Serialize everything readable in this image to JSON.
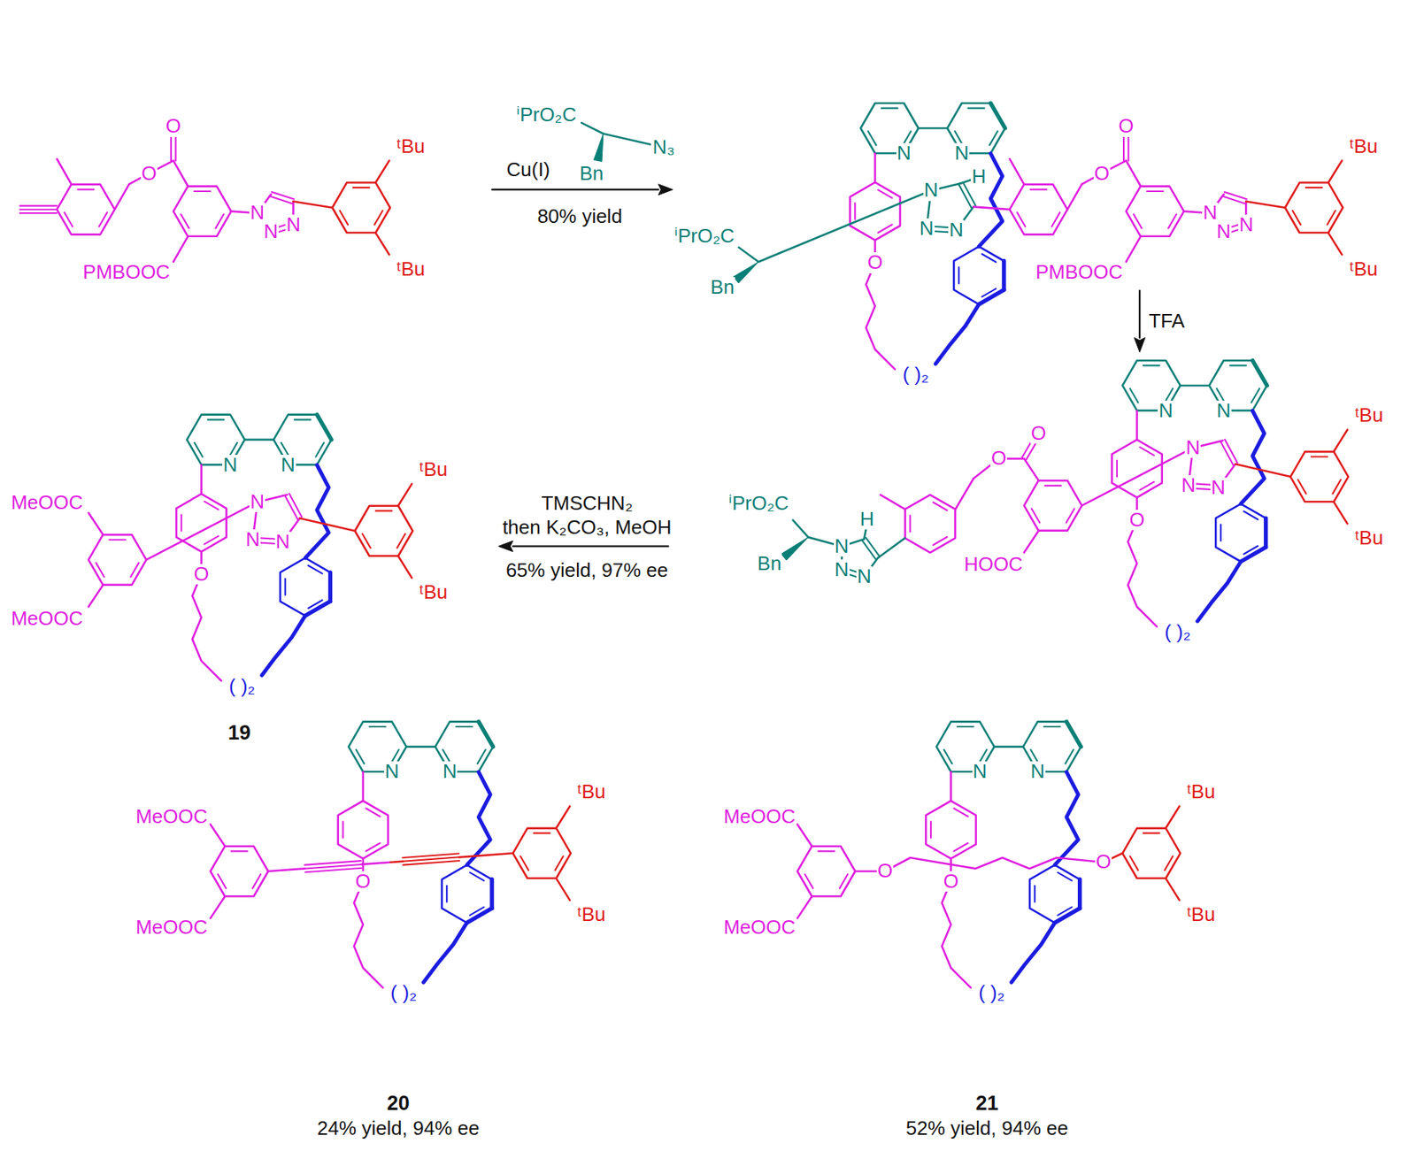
{
  "diagram": {
    "labels": [
      "O",
      "O",
      "PMBOOC",
      "N",
      "N",
      "N",
      "ᵗBu",
      "ᵗBu",
      "ⁱPrO₂C",
      "N₃",
      "Cu(I)",
      "Bn",
      "80% yield",
      "ⁱPrO₂C",
      "Bn",
      "N",
      "N",
      "H",
      "N",
      "N",
      "N",
      "O",
      "( )₂",
      "O",
      "O",
      "PMBOOC",
      "N",
      "N",
      "N",
      "ᵗBu",
      "ᵗBu",
      "TFA",
      "ⁱPrO₂C",
      "Bn",
      "H",
      "N",
      "N",
      "N",
      "O",
      "O",
      "HOOC",
      "N",
      "N",
      "N",
      "N",
      "N",
      "O",
      "ᵗBu",
      "ᵗBu",
      "( )₂",
      "TMSCHN₂",
      "then K₂CO₃, MeOH",
      "65% yield, 97% ee",
      "MeOOC",
      "MeOOC",
      "N",
      "N",
      "N",
      "N",
      "N",
      "O",
      "ᵗBu",
      "ᵗBu",
      "( )₂",
      "19",
      "MeOOC",
      "MeOOC",
      "N",
      "N",
      "O",
      "ᵗBu",
      "ᵗBu",
      "( )₂",
      "20",
      "24% yield, 94% ee",
      "MeOOC",
      "MeOOC",
      "N",
      "N",
      "O",
      "O",
      "O",
      "ᵗBu",
      "ᵗBu",
      "( )₂",
      "21",
      "52% yield, 94% ee"
    ]
  }
}
